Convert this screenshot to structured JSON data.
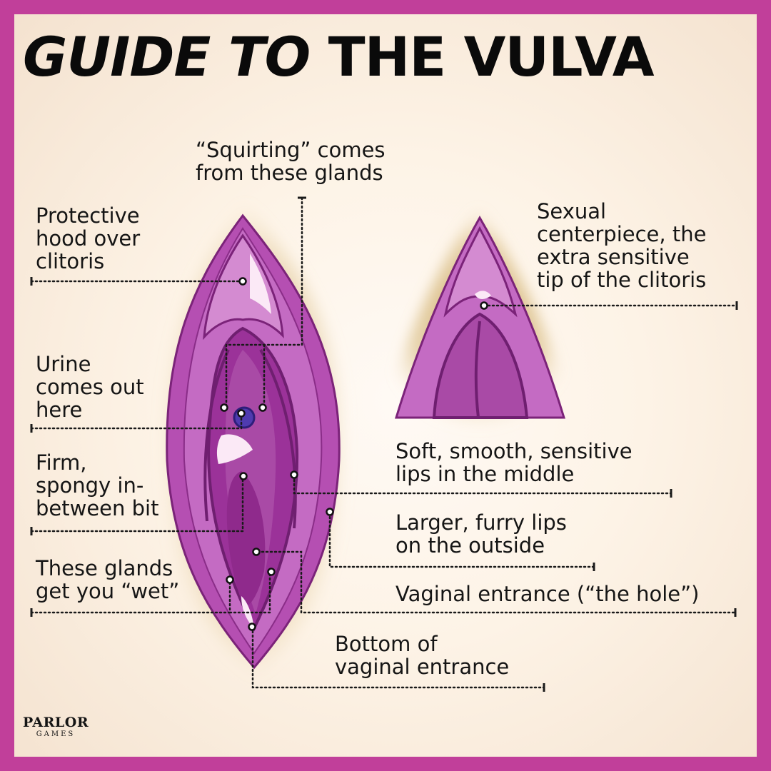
{
  "title": {
    "italic": "GUIDE TO",
    "bold": "THE VULVA"
  },
  "labels": {
    "squirting": [
      "“Squirting” comes",
      "from these glands"
    ],
    "hood": [
      "Protective",
      "hood over",
      "clitoris"
    ],
    "urine": [
      "Urine",
      "comes out",
      "here"
    ],
    "firm": [
      "Firm,",
      "spongy in-",
      "between bit"
    ],
    "wet": [
      "These glands",
      "get you “wet”"
    ],
    "glans": [
      "Sexual",
      "centerpiece, the",
      "extra sensitive",
      "tip of the clitoris"
    ],
    "inner_lips": [
      "Soft, smooth, sensitive",
      "lips in the middle"
    ],
    "outer_lips": [
      "Larger, furry lips",
      "on the outside"
    ],
    "entrance": "Vaginal entrance (“the hole”)",
    "bottom": [
      "Bottom of",
      "vaginal entrance"
    ]
  },
  "logo": {
    "top": "PARLOR",
    "bottom": "GAMES"
  },
  "colors": {
    "frame": "#c13f9a",
    "background": "#fdf3e6",
    "halo": "#c9a55c",
    "outer": "#b54fb2",
    "inner": "#8f2a8c",
    "dark": "#6f1f70",
    "highlight": "#fbe9f6"
  }
}
